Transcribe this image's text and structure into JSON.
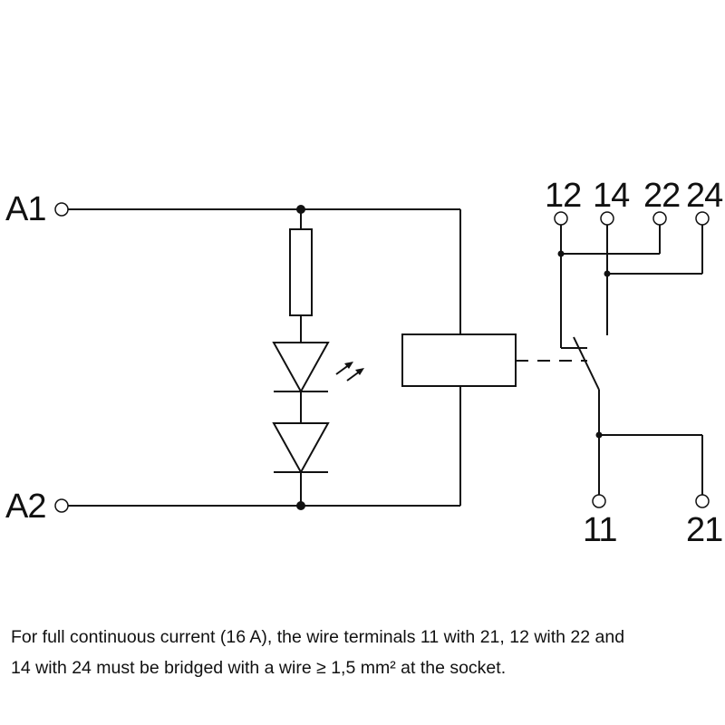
{
  "labels": {
    "a1": "A1",
    "a2": "A2",
    "t12": "12",
    "t14": "14",
    "t22": "22",
    "t24": "24",
    "t11": "11",
    "t21": "21"
  },
  "note": {
    "line1": "For full continuous current (16 A), the wire terminals 11 with 21, 12 with 22 and",
    "line2": "14 with 24 must be bridged with a wire ≥ 1,5 mm² at the socket."
  },
  "icons": [
    "terminal-circle",
    "junction-dot",
    "resistor",
    "led-diode",
    "diode",
    "light-emission-arrows",
    "relay-coil",
    "changeover-contact"
  ]
}
